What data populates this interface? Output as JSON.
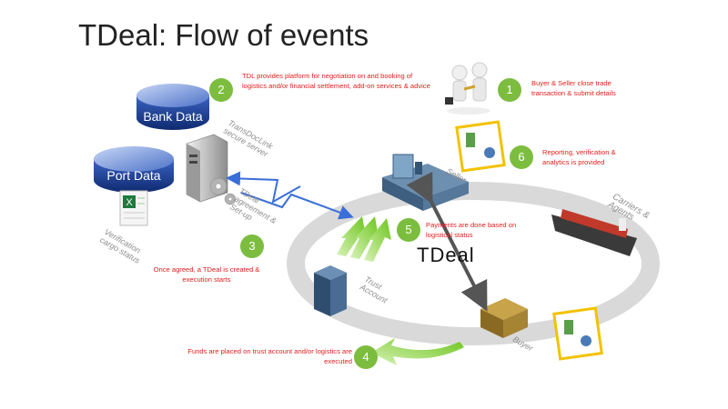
{
  "title": "TDeal: Flow of events",
  "brand": "TDeal",
  "steps": {
    "s1": {
      "num": "1",
      "text": "Buyer & Seller close trade transaction & submit details"
    },
    "s2": {
      "num": "2",
      "text": "TDL provides platform for negotiation on and booking of logistics and/or financial settlement, add-on services & advice"
    },
    "s3": {
      "num": "3",
      "text": "Once agreed, a TDeal is created & execution starts"
    },
    "s4": {
      "num": "4",
      "text": "Funds are placed on trust account and/or logistics are executed"
    },
    "s5": {
      "num": "5",
      "text": "Payments are done based on logistical status"
    },
    "s6": {
      "num": "6",
      "text": "Reporting, verification & analytics is provided"
    }
  },
  "labels": {
    "bank_data": "Bank Data",
    "port_data": "Port Data",
    "server": "TransDocLink secure server",
    "agreement": "TDeal agreement & Set-up",
    "verification": "Verification cargo status",
    "seller": "Seller",
    "buyer": "Buyer",
    "carriers": "Carriers & Agents",
    "trust_account": "Trust Account"
  },
  "colors": {
    "step_green": "#7cbd3f",
    "annotation_red": "#e02020",
    "db_blue": "#1c3f8f",
    "ring_gray": "#d9d9d9",
    "arrow_blue": "#3a6fd8"
  }
}
